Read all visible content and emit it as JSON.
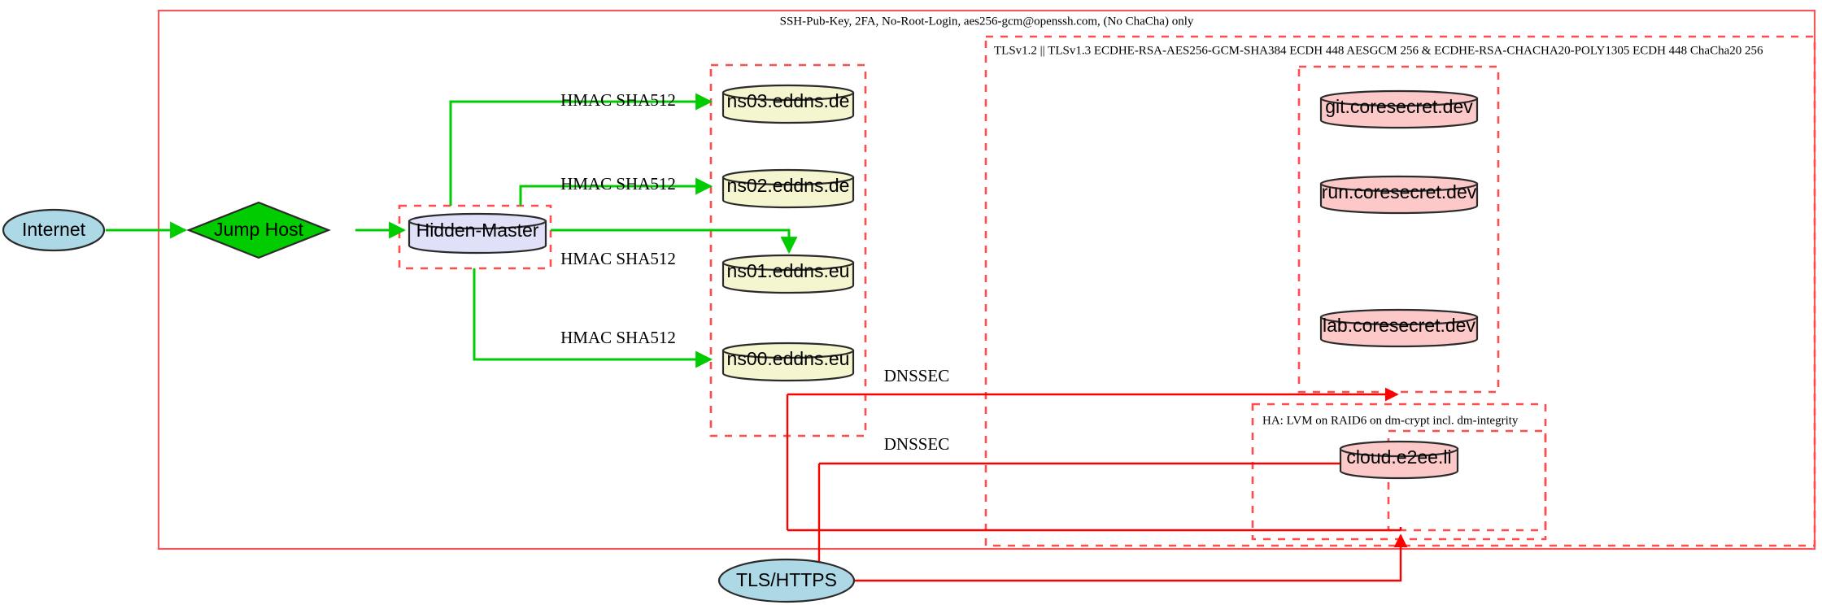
{
  "diagram": {
    "title": "Infrastructure network diagram",
    "colors": {
      "edge_green": "#00cc00",
      "edge_red": "#ff0000",
      "cluster_red": "#ff4d4d",
      "cluster_solid_red": "#f05a5a",
      "node_blue": "#add8e6",
      "node_green": "#00cc00",
      "node_lavender": "#e0e0f8",
      "node_yellow": "#f5f5d0",
      "node_pink": "#fcc8c8",
      "node_stroke": "#2b2b2b"
    },
    "clusters": {
      "ssh": {
        "label": "SSH-Pub-Key, 2FA, No-Root-Login, aes256-gcm@openssh.com, (No ChaCha) only"
      },
      "tls": {
        "label": "TLSv1.2 || TLSv1.3 ECDHE-RSA-AES256-GCM-SHA384 ECDH 448 AESGCM 256 & ECDHE-RSA-CHACHA20-POLY1305 ECDH 448 ChaCha20 256"
      },
      "ha": {
        "label": "HA: LVM on RAID6 on dm-crypt incl. dm-integrity"
      },
      "hidden_master": {
        "label": ""
      },
      "nameservers": {
        "label": ""
      },
      "coresecret": {
        "label": ""
      },
      "cloud": {
        "label": ""
      }
    },
    "nodes": {
      "internet": {
        "label": "Internet",
        "shape": "ellipse",
        "fill": "#add8e6"
      },
      "jump_host": {
        "label": "Jump Host",
        "shape": "diamond",
        "fill": "#00cc00"
      },
      "hidden_master": {
        "label": "Hidden-Master",
        "shape": "cylinder",
        "fill": "#e0e0f8"
      },
      "ns03": {
        "label": "ns03.eddns.de",
        "shape": "cylinder",
        "fill": "#f5f5d0"
      },
      "ns02": {
        "label": "ns02.eddns.de",
        "shape": "cylinder",
        "fill": "#f5f5d0"
      },
      "ns01": {
        "label": "ns01.eddns.eu",
        "shape": "cylinder",
        "fill": "#f5f5d0"
      },
      "ns00": {
        "label": "ns00.eddns.eu",
        "shape": "cylinder",
        "fill": "#f5f5d0"
      },
      "git": {
        "label": "git.coresecret.dev",
        "shape": "cylinder",
        "fill": "#fcc8c8"
      },
      "run": {
        "label": "run.coresecret.dev",
        "shape": "cylinder",
        "fill": "#fcc8c8"
      },
      "lab": {
        "label": "lab.coresecret.dev",
        "shape": "cylinder",
        "fill": "#fcc8c8"
      },
      "cloud": {
        "label": "cloud.e2ee.li",
        "shape": "cylinder",
        "fill": "#fcc8c8"
      },
      "tls_https": {
        "label": "TLS/HTTPS",
        "shape": "ellipse",
        "fill": "#add8e6"
      }
    },
    "edge_labels": {
      "hmac_ns03": "HMAC SHA512",
      "hmac_ns02": "HMAC SHA512",
      "hmac_ns01": "HMAC SHA512",
      "hmac_ns00": "HMAC SHA512",
      "dnssec_top": "DNSSEC",
      "dnssec_bottom": "DNSSEC"
    }
  }
}
